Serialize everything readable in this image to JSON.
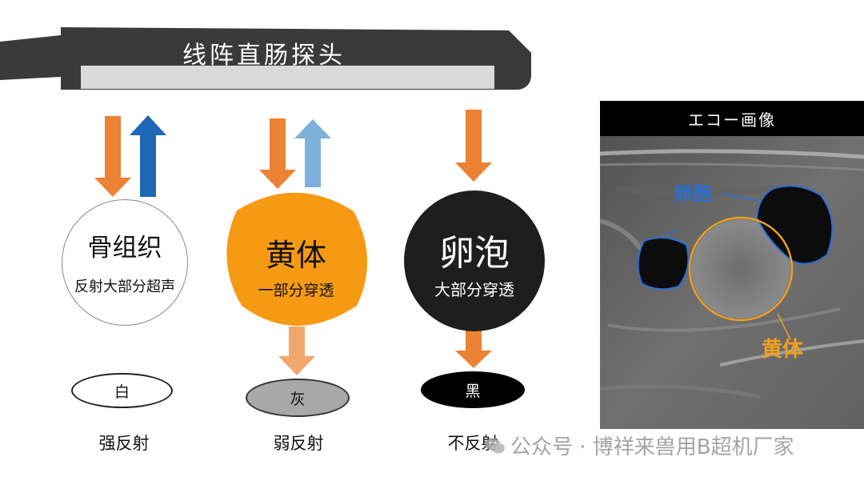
{
  "probe": {
    "label": "线阵直肠探头"
  },
  "columns": [
    {
      "tissue": "骨组织",
      "description": "反射大部分超声",
      "echo_color_label": "白",
      "reflection_label": "强反射"
    },
    {
      "tissue": "黄体",
      "description": "一部分穿透",
      "echo_color_label": "灰",
      "reflection_label": "弱反射"
    },
    {
      "tissue": "卵泡",
      "description": "大部分穿透",
      "echo_color_label": "黑",
      "reflection_label": "不反射"
    }
  ],
  "echo_image": {
    "title": "エコー画像",
    "label_follicle": "卵胞",
    "label_corpus_luteum": "黄体"
  },
  "watermark": "公众号 · 博祥来兽用B超机厂家",
  "colors": {
    "probe_body": "#3a3a3a",
    "arrow_orange": "#ec8233",
    "arrow_blue_dark": "#1e67b6",
    "arrow_blue_light": "#7eb0dc",
    "arrow_orange_light": "#f2a76c",
    "corpus_luteum_fill": "#f59a12",
    "follicle_fill": "#1e1e1e",
    "grey_ellipse": "#a8a8a8",
    "follicle_outline": "#2a6fd6",
    "corpus_outline": "#f0a020"
  }
}
